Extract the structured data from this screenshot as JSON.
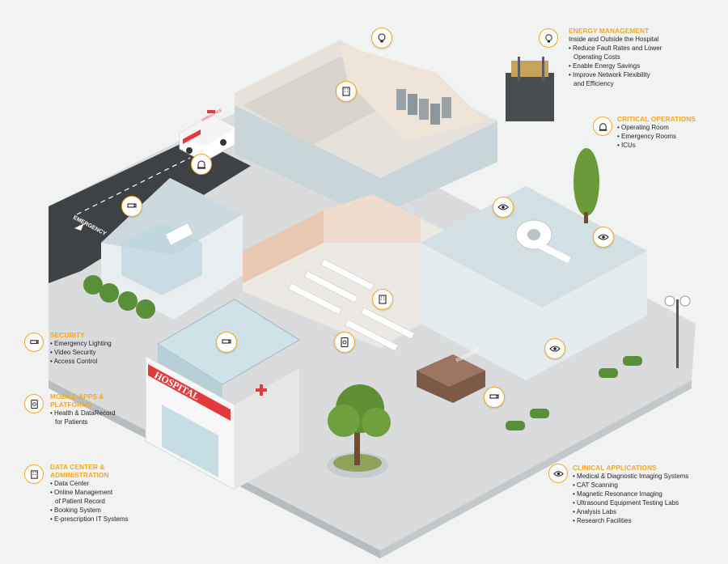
{
  "colors": {
    "accent": "#f5a623",
    "background": "#f1f2f2",
    "text": "#231f20"
  },
  "building": {
    "facade_sign": "HOSPITAL",
    "reception_sign": "Reception",
    "ambulance_label": "AMBULANCE",
    "road_label": "EMERGENCY"
  },
  "callouts": {
    "energy": {
      "icon": "lightbulb-icon",
      "title": "ENERGY MANAGEMENT",
      "subtitle": "Inside and Outside the Hospital",
      "items": [
        "Reduce Fault Rates and Lower",
        "Operating Costs",
        "Enable Energy Savings",
        "Improve Network Flexibility",
        "and Efficiency"
      ]
    },
    "critical": {
      "icon": "siren-icon",
      "title": "CRITICAL OPERATIONS",
      "items": [
        "Operating Room",
        "Emergency Rooms",
        "ICUs"
      ]
    },
    "security": {
      "icon": "camera-icon",
      "title": "SECURITY",
      "items": [
        "Emergency Lighting",
        "Video Security",
        "Access Control"
      ]
    },
    "mobile": {
      "icon": "tablet-icon",
      "title_line1": "MOBILE APPS &",
      "title_line2": "PLATFORMS",
      "items": [
        "Health & DataRecord",
        "for Patients"
      ]
    },
    "datacenter": {
      "icon": "building-icon",
      "title_line1": "DATA CENTER &",
      "title_line2": "ADMINISTRATION",
      "items": [
        "Data Center",
        "Online Management",
        "of Patient Record",
        "Booking System",
        "E-prescription IT Systems"
      ]
    },
    "clinical": {
      "icon": "eye-icon",
      "title": "CLINICAL APPLICATIONS",
      "items": [
        "Medical & Diagnostic Imaging Systems",
        "CAT Scanning",
        "Magnetic Resonance Imaging",
        "Ultrasound Equipment Testing Labs",
        "Analysis Labs",
        "Research Facilities"
      ]
    }
  }
}
